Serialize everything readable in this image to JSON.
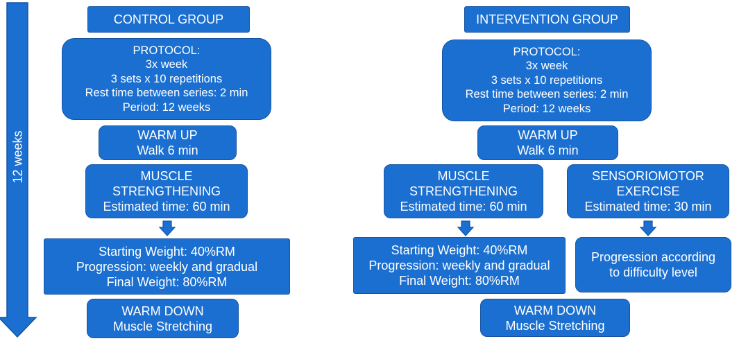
{
  "timeline": {
    "label": "12 weeks"
  },
  "control": {
    "title": "CONTROL GROUP",
    "protocol": [
      "PROTOCOL:",
      "3x week",
      "3 sets  x 10 repetitions",
      "Rest time between series: 2 min",
      "Period: 12 weeks"
    ],
    "warm_up": [
      "WARM UP",
      "Walk 6 min"
    ],
    "muscle": [
      "MUSCLE",
      "STRENGTHENING",
      "Estimated time: 60 min"
    ],
    "weights": [
      "Starting Weight: 40%RM",
      "Progression: weekly and gradual",
      "Final Weight: 80%RM"
    ],
    "warm_down": [
      "WARM DOWN",
      "Muscle Stretching"
    ]
  },
  "intervention": {
    "title": "INTERVENTION GROUP",
    "protocol": [
      "PROTOCOL:",
      "3x week",
      "3 sets  x 10 repetitions",
      "Rest time between series: 2 min",
      "Period: 12 weeks"
    ],
    "warm_up": [
      "WARM UP",
      "Walk 6 min"
    ],
    "muscle": [
      "MUSCLE",
      "STRENGTHENING",
      "Estimated time: 60 min"
    ],
    "sensorimotor": [
      "SENSORIOMOTOR",
      "EXERCISE",
      "Estimated time: 30 min"
    ],
    "weights": [
      "Starting Weight: 40%RM",
      "Progression: weekly and gradual",
      "Final Weight: 80%RM"
    ],
    "progression": [
      "Progression according",
      "to difficulty level"
    ],
    "warm_down": [
      "WARM DOWN",
      "Muscle Stretching"
    ]
  },
  "colors": {
    "box_fill": "#1b6fd0",
    "box_border": "#1554a3",
    "text": "#ffffff"
  }
}
